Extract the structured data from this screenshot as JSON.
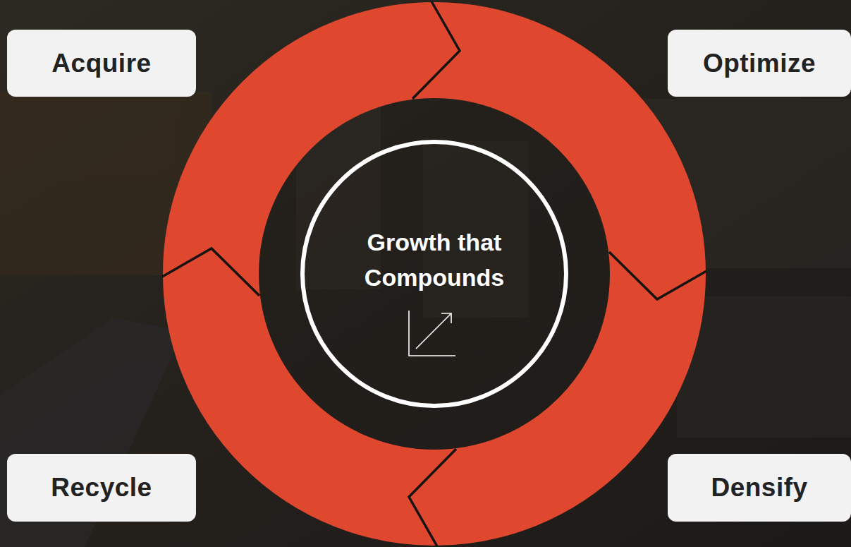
{
  "diagram": {
    "nodes": [
      {
        "text": [
          "Acquire"
        ]
      },
      {
        "text": [
          "Optimize"
        ]
      },
      {
        "text": [
          "Growth that Compounds"
        ]
      },
      {
        "text": [
          "Recycle"
        ]
      },
      {
        "text": [
          "Densify"
        ]
      }
    ]
  }
}
